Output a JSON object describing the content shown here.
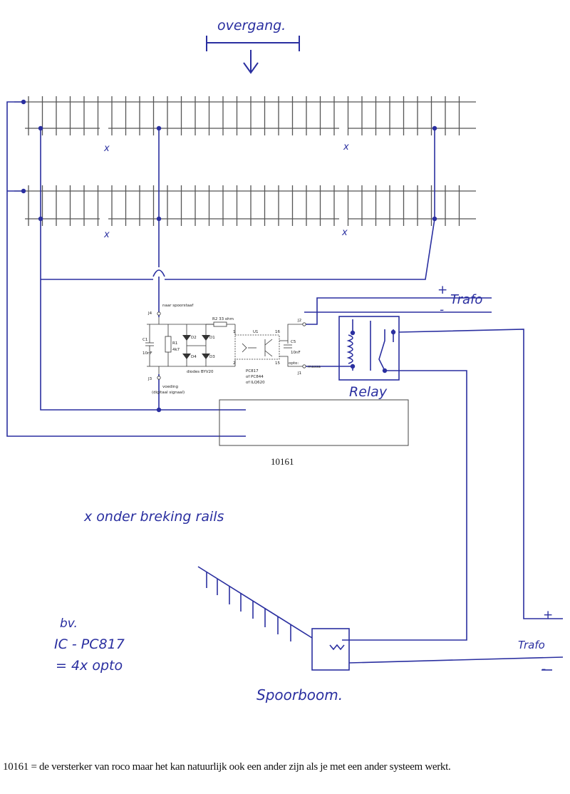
{
  "title": "overgang.",
  "rail_marks": [
    "x",
    "x",
    "x",
    "x"
  ],
  "circuit": {
    "j4_label": "J4",
    "j4_text": "naar spoorstaaf",
    "j3_label": "J3",
    "j3_text": "voeding",
    "j3_sub": "(digitaal signaal)",
    "c1": "C1",
    "c1_val": "10nF",
    "r1": "R1",
    "r1_val": "4k7",
    "d1": "D1",
    "d2": "D2",
    "d3": "D3",
    "d4": "D4",
    "diodes": "diodes BYV20",
    "r2": "R2   33 ohm",
    "u1": "U1",
    "opto": "opto:",
    "opto1": "PC817",
    "opto2": "of PC844",
    "opto3": "of ILQ620",
    "c5": "C5",
    "c5_val": "10nF",
    "j2_label": "J2",
    "j1_label": "J1",
    "j1_text": "massa",
    "pin1": "1",
    "pin2": "2",
    "pin16": "16",
    "pin15": "15"
  },
  "trafo_top": {
    "plus": "+",
    "minus": "-",
    "label": "Trafo"
  },
  "relay_label": "Relay",
  "amp_label": "10161",
  "breaking_note": "x onder breking rails",
  "ic_note": {
    "line1": "bv.",
    "line2": "IC - PC817",
    "line3": "= 4x opto"
  },
  "barrier_label": "Spoorboom.",
  "trafo_bottom": {
    "plus": "+",
    "minus": "-",
    "label": "Trafo"
  },
  "caption": "10161 = de versterker van roco maar het kan natuurlijk ook een ander zijn als je met een ander systeem werkt.",
  "colors": {
    "ink": "#2a2fa0",
    "rail": "#555555",
    "print": "#222222"
  }
}
